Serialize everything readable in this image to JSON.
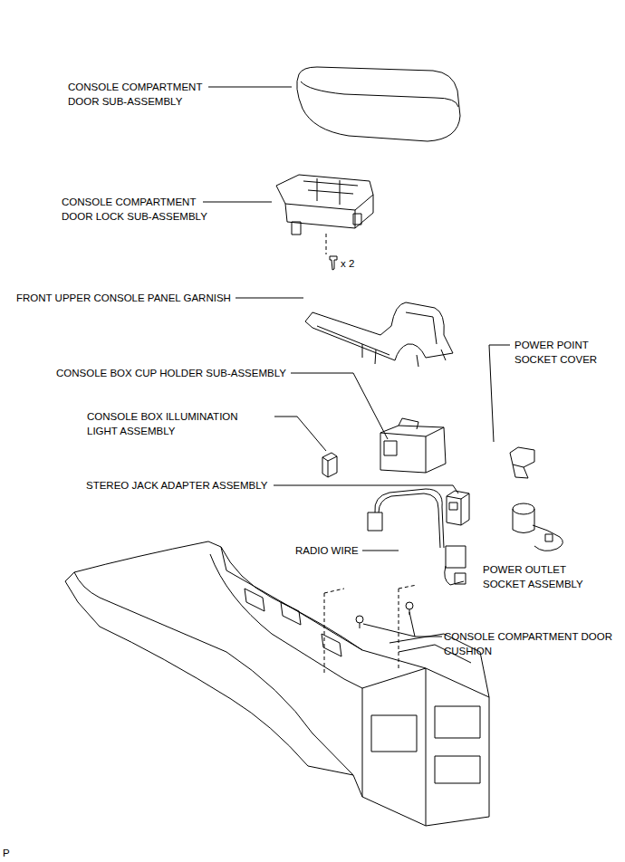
{
  "diagram": {
    "labels": [
      "CONSOLE COMPARTMENT DOOR SUB-ASSEMBLY",
      "CONSOLE COMPARTMENT DOOR LOCK SUB-ASSEMBLY",
      "x 2",
      "FRONT UPPER CONSOLE PANEL GARNISH",
      "CONSOLE BOX CUP HOLDER SUB-ASSEMBLY",
      "POWER POINT SOCKET COVER",
      "CONSOLE BOX ILLUMINATION LIGHT ASSEMBLY",
      "STEREO JACK ADAPTER ASSEMBLY",
      "RADIO WIRE",
      "POWER OUTLET SOCKET ASSEMBLY",
      "CONSOLE COMPARTMENT DOOR CUSHION",
      "P"
    ]
  }
}
